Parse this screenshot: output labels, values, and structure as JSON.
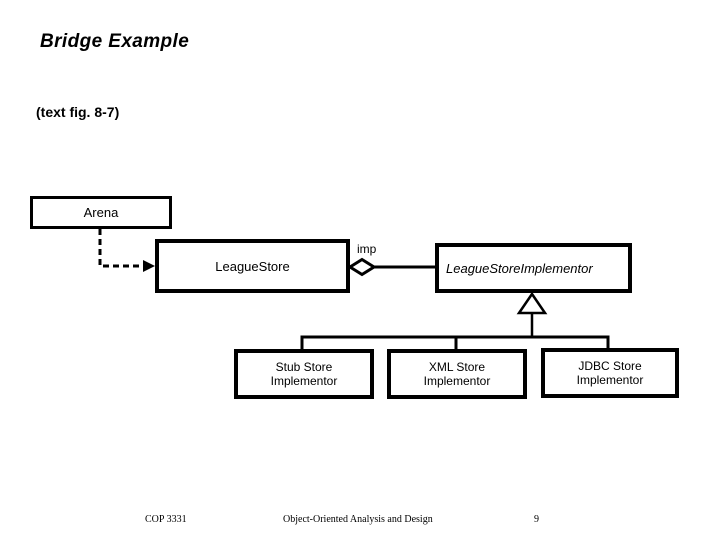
{
  "slide": {
    "title": "Bridge Example",
    "subtitle": "(text fig. 8-7)",
    "footer": {
      "course": "COP 3331",
      "center": "Object-Oriented Analysis and Design",
      "page_number": "9"
    }
  },
  "diagram": {
    "type": "uml-class-diagram",
    "pattern": "Bridge",
    "colors": {
      "stroke": "#000000",
      "fill": "#ffffff",
      "text": "#000000"
    },
    "nodes": {
      "arena": {
        "label": "Arena"
      },
      "league_store": {
        "label": "LeagueStore"
      },
      "league_store_implementor": {
        "label": "LeagueStoreImplementor",
        "abstract": true
      },
      "stub_store": {
        "label": "Stub Store\nImplementor"
      },
      "xml_store": {
        "label": "XML Store\nImplementor"
      },
      "jdbc_store": {
        "label": "JDBC Store\nImplementor"
      }
    },
    "edges": {
      "arena_to_league_store": {
        "type": "dashed-dependency-arrow",
        "from": "Arena",
        "to": "LeagueStore"
      },
      "league_store_to_implementor": {
        "type": "aggregation-diamond",
        "label": "imp",
        "from": "LeagueStore",
        "to": "LeagueStoreImplementor"
      },
      "generalization": {
        "type": "hollow-triangle-inheritance",
        "parent": "LeagueStoreImplementor",
        "children": [
          "Stub Store Implementor",
          "XML Store Implementor",
          "JDBC Store Implementor"
        ]
      }
    }
  }
}
